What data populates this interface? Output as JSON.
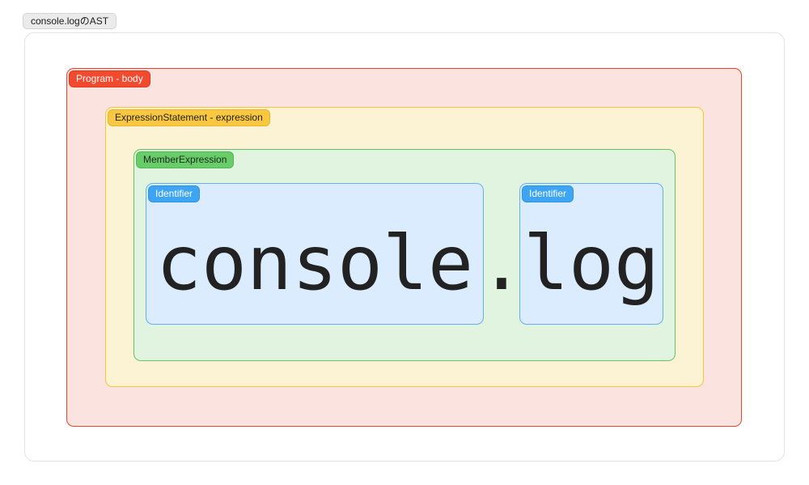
{
  "page": {
    "title": "console.logのAST"
  },
  "ast": {
    "program": {
      "label": "Program - body"
    },
    "expression_statement": {
      "label": "ExpressionStatement - expression"
    },
    "member_expression": {
      "label": "MemberExpression"
    },
    "object_identifier": {
      "label": "Identifier",
      "value": "console"
    },
    "separator": ".",
    "property_identifier": {
      "label": "Identifier",
      "value": "log"
    }
  },
  "colors": {
    "program_border": "#f1432c",
    "program_bg": "#fbe3e0",
    "program_badge": "#f24a2e",
    "expression_border": "#f8c440",
    "expression_bg": "#fcf3d4",
    "expression_badge": "#f9c840",
    "member_border": "#66c366",
    "member_bg": "#e1f4df",
    "member_badge": "#68cc69",
    "identifier_border": "#66aef2",
    "identifier_bg": "#daecfd",
    "identifier_badge": "#3ea5f2",
    "code_text": "#222222",
    "title_pill_bg": "#ebebeb",
    "card_border": "#e3e3e3"
  }
}
